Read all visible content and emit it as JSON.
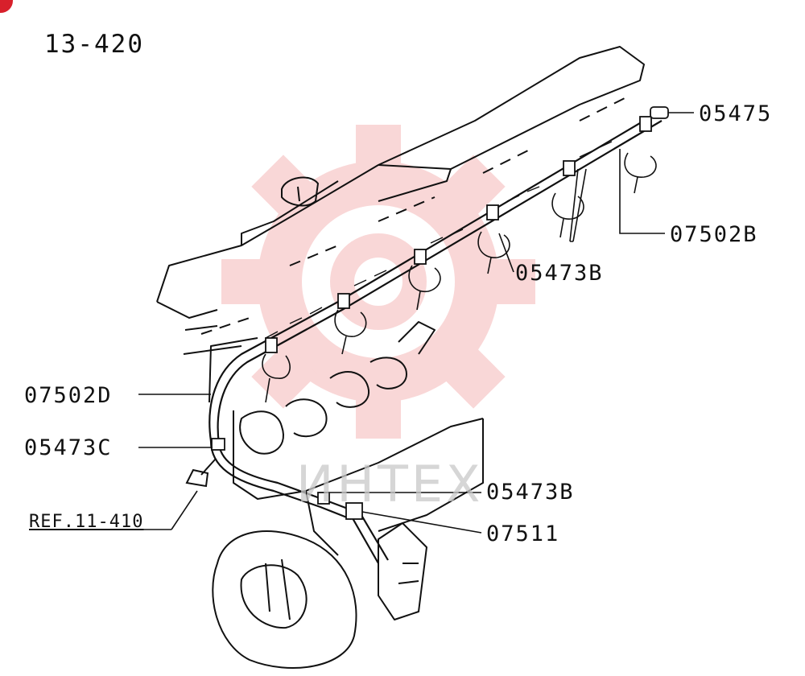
{
  "page_number": "13-420",
  "callouts": [
    {
      "id": "05475",
      "text": "05475"
    },
    {
      "id": "07502b",
      "text": "07502B"
    },
    {
      "id": "05473b-upper",
      "text": "05473B"
    },
    {
      "id": "07502d",
      "text": "07502D"
    },
    {
      "id": "05473c",
      "text": "05473C"
    },
    {
      "id": "05473b-lower",
      "text": "05473B"
    },
    {
      "id": "ref-11-410",
      "text": "REF.11-410"
    },
    {
      "id": "07511",
      "text": "07511"
    }
  ],
  "watermark": {
    "text": "ИНТЕХ",
    "color": "#f2a0a0"
  },
  "colors": {
    "ink": "#111111",
    "watermark_red": "#f5b7b7",
    "badge_red": "#d8202b"
  }
}
